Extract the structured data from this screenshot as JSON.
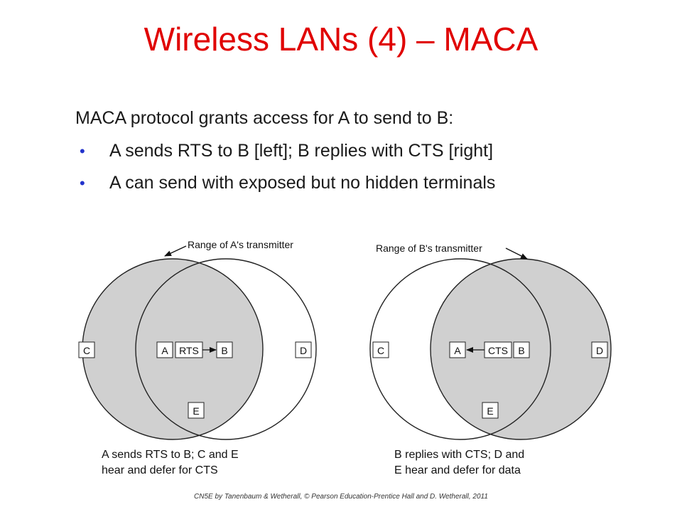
{
  "slide": {
    "title": "Wireless LANs (4) – MACA",
    "intro": "MACA protocol grants access for A to send to B:",
    "bullets": [
      "A sends RTS to B [left]; B replies with CTS [right]",
      "A can send with exposed but no hidden terminals"
    ],
    "footer": "CN5E by Tanenbaum & Wetherall, © Pearson Education-Prentice Hall and D. Wetherall, 2011"
  },
  "left_diagram": {
    "range_label": "Range of A's transmitter",
    "nodes": {
      "c": "C",
      "a": "A",
      "b": "B",
      "d": "D",
      "e": "E"
    },
    "message": "RTS",
    "caption_lines": [
      "A sends RTS to B; C and E",
      "hear and defer for CTS"
    ]
  },
  "right_diagram": {
    "range_label": "Range of B's transmitter",
    "nodes": {
      "c": "C",
      "a": "A",
      "b": "B",
      "d": "D",
      "e": "E"
    },
    "message": "CTS",
    "caption_lines": [
      "B replies with CTS; D and",
      "E hear and defer for data"
    ]
  },
  "colors": {
    "title": "#e00000",
    "bullet": "#2233cc",
    "shaded_range": "#d0d0d0"
  }
}
